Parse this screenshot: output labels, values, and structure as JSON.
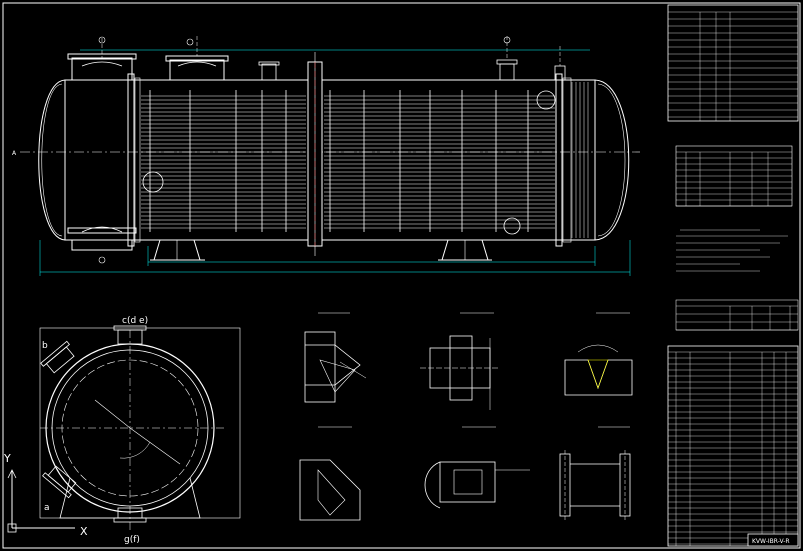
{
  "view_letters": {
    "c_de": "c(d e)",
    "b": "b",
    "a": "a",
    "g_f": "g(f)",
    "axis_y": "Y",
    "axis_x": "X",
    "a_arrow": "A"
  },
  "drawing_number": "KVW-IBR-V-R",
  "colors": {
    "background": "#000000",
    "line_white": "#ffffff",
    "line_yellow": "#ffff00",
    "line_cyan": "#00ffff",
    "line_green": "#00ff00",
    "line_red": "#ff3030",
    "line_magenta": "#ff40ff"
  }
}
